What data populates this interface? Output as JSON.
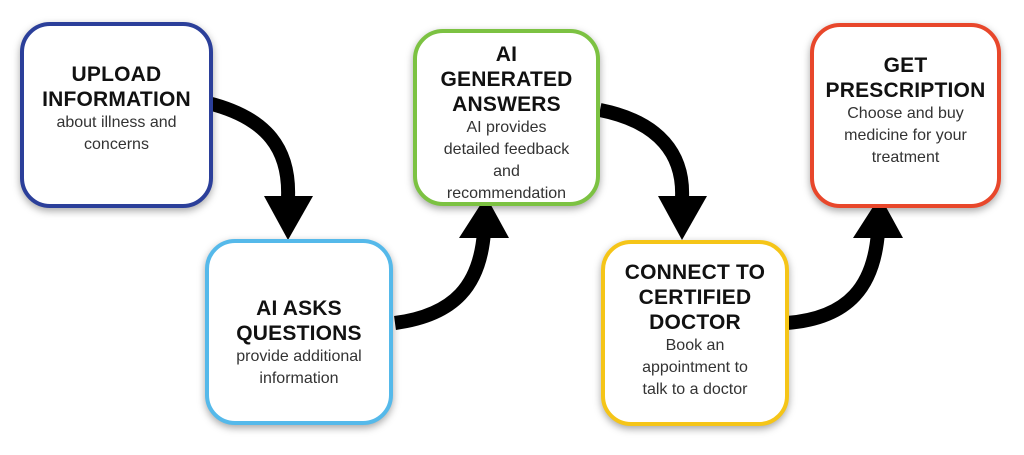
{
  "steps": [
    {
      "title": "UPLOAD\nINFORMATION",
      "description": "about illness and\nconcerns",
      "border_color": "#2b3f9a"
    },
    {
      "title": "AI ASKS\nQUESTIONS",
      "description": "provide additional\ninformation",
      "border_color": "#55b9ea"
    },
    {
      "title": "AI GENERATED\nANSWERS",
      "description": "AI provides\ndetailed feedback\nand\nrecommendation",
      "border_color": "#7cc242"
    },
    {
      "title": "CONNECT TO\nCERTIFIED\nDOCTOR",
      "description": "Book an\nappointment to\ntalk to a doctor",
      "border_color": "#f5c518"
    },
    {
      "title": "GET\nPRESCRIPTION",
      "description": "Choose and buy\nmedicine for your\ntreatment",
      "border_color": "#e8472b"
    }
  ],
  "arrow_color": "#000000"
}
